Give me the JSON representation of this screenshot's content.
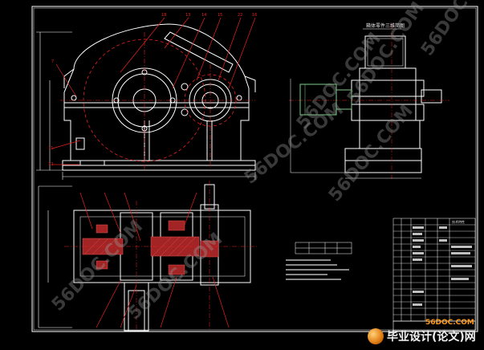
{
  "view_title": "箱体零件三维简图",
  "parts_table_title": "技术特性",
  "watermark": "56DOC.COM",
  "brand": {
    "chinese": "毕业设计(论文)网",
    "site": "56DOC.COM"
  },
  "colors": {
    "background": "#000000",
    "outline": "#ffffff",
    "leader": "#e82020",
    "hatch": "#d64a4a",
    "center_line": "#e82020",
    "motor": "#7ccf8a",
    "accent": "#ff9a1a"
  }
}
